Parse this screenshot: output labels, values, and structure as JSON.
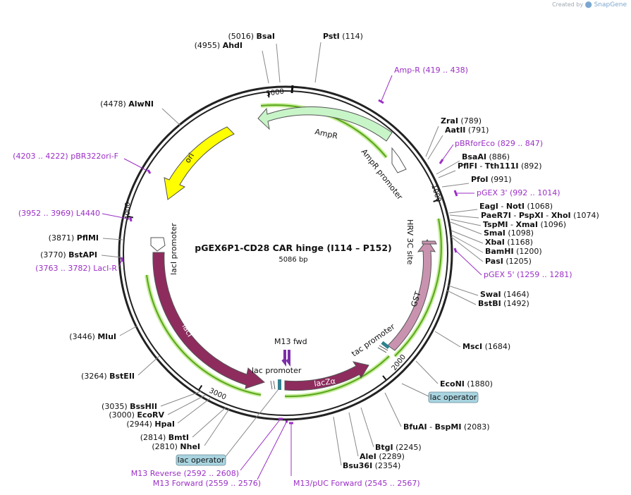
{
  "credit": {
    "prefix": "Created by",
    "brand": "SnapGene"
  },
  "plasmid": {
    "name": "pGEX6P1-CD28 CAR hinge (I114 – P152)",
    "length_label": "5086 bp",
    "total_bp": 5086
  },
  "ticks": [
    {
      "bp": 1000,
      "label": "1000"
    },
    {
      "bp": 2000,
      "label": "2000"
    },
    {
      "bp": 3000,
      "label": "3000"
    },
    {
      "bp": 4000,
      "label": "4000"
    },
    {
      "bp": 5000,
      "label": "5000"
    }
  ],
  "features": [
    {
      "id": "ampr",
      "label": "AmpR",
      "color": "#c8f5c8",
      "stroke": "#555555"
    },
    {
      "id": "ampr-promoter",
      "label": "AmpR promoter",
      "color": "#ffffff",
      "stroke": "#555555"
    },
    {
      "id": "ori",
      "label": "ori",
      "color": "#ffff00",
      "stroke": "#555555"
    },
    {
      "id": "laci-promoter",
      "label": "lacI promoter",
      "color": "#ffffff",
      "stroke": "#555555"
    },
    {
      "id": "laci",
      "label": "lacI",
      "color": "#8e2c5e",
      "stroke": "#555555"
    },
    {
      "id": "laczalpha",
      "label": "lacZα",
      "color": "#8e2c5e",
      "stroke": "#555555"
    },
    {
      "id": "gst",
      "label": "GST",
      "color": "#c993b0",
      "stroke": "#555555"
    },
    {
      "id": "hrv",
      "label": "HRV 3C site",
      "color": "#c993b0",
      "stroke": "#555555"
    },
    {
      "id": "tac-promoter",
      "label": "tac promoter"
    },
    {
      "id": "lac-promoter",
      "label": "lac promoter"
    },
    {
      "id": "m13-fwd",
      "label": "M13 fwd"
    }
  ],
  "left_labels": [
    {
      "pos": "(5016)",
      "name": "BsaI"
    },
    {
      "pos": "(4955)",
      "name": "AhdI"
    },
    {
      "pos": "(4478)",
      "name": "AlwNI"
    },
    {
      "pos": "(3871)",
      "name": "PflMI"
    },
    {
      "pos": "(3770)",
      "name": "BstAPI"
    },
    {
      "pos": "(3446)",
      "name": "MluI"
    },
    {
      "pos": "(3264)",
      "name": "BstEII"
    },
    {
      "pos": "(3035)",
      "name": "BssHII"
    },
    {
      "pos": "(3000)",
      "name": "EcoRV"
    },
    {
      "pos": "(2944)",
      "name": "HpaI"
    },
    {
      "pos": "(2814)",
      "name": "BmtI"
    },
    {
      "pos": "(2810)",
      "name": "NheI"
    }
  ],
  "right_labels": [
    {
      "name": "PstI",
      "pos": "(114)"
    },
    {
      "name": "ZraI",
      "pos": "(789)"
    },
    {
      "name": "AatII",
      "pos": "(791)"
    },
    {
      "name": "BsaAI",
      "pos": "(886)"
    },
    {
      "name": "PflFI",
      "sep": "-",
      "name2": "Tth111I",
      "pos": "(892)"
    },
    {
      "name": "PfoI",
      "pos": "(991)"
    },
    {
      "name": "EagI",
      "sep": "-",
      "name2": "NotI",
      "pos": "(1068)"
    },
    {
      "name": "PaeR7I",
      "sep": "-",
      "name2": "PspXI",
      "sep2": "-",
      "name3": "XhoI",
      "pos": "(1074)"
    },
    {
      "name": "TspMI",
      "sep": "-",
      "name2": "XmaI",
      "pos": "(1096)"
    },
    {
      "name": "SmaI",
      "pos": "(1098)"
    },
    {
      "name": "XbaI",
      "pos": "(1168)"
    },
    {
      "name": "BamHI",
      "pos": "(1200)"
    },
    {
      "name": "PasI",
      "pos": "(1205)"
    },
    {
      "name": "SwaI",
      "pos": "(1464)"
    },
    {
      "name": "BstBI",
      "pos": "(1492)"
    },
    {
      "name": "MscI",
      "pos": "(1684)"
    },
    {
      "name": "EcoNI",
      "pos": "(1880)"
    },
    {
      "name": "BfuAI",
      "sep": "-",
      "name2": "BspMI",
      "pos": "(2083)"
    },
    {
      "name": "BtgI",
      "pos": "(2245)"
    },
    {
      "name": "AleI",
      "pos": "(2289)"
    },
    {
      "name": "Bsu36I",
      "pos": "(2354)"
    }
  ],
  "primers": [
    {
      "name": "Amp-R",
      "range": "(419 .. 438)"
    },
    {
      "name": "pBRforEco",
      "range": "(829 .. 847)"
    },
    {
      "name": "pGEX 3'",
      "range": "(992 .. 1014)"
    },
    {
      "name": "pGEX 5'",
      "range": "(1259 .. 1281)"
    },
    {
      "name": "M13/pUC Forward",
      "range": "(2545 .. 2567)"
    },
    {
      "name": "M13 Reverse",
      "range": "(2592 .. 2608)"
    },
    {
      "name": "M13 Forward",
      "range": "(2559 .. 2576)"
    },
    {
      "name": "LacI-R",
      "range": "(3763 .. 3782)"
    },
    {
      "name": "L4440",
      "range": "(3952 .. 3969)"
    },
    {
      "name": "pBR322ori-F",
      "range": "(4203 .. 4222)"
    }
  ],
  "boxes": [
    {
      "label": "lac operator"
    },
    {
      "label": "lac operator"
    }
  ],
  "colors": {
    "primer": "#9b2fc6",
    "backbone": "#222222",
    "box_fill": "#a8d4e0",
    "orf_glow": "#7ccc2c"
  }
}
